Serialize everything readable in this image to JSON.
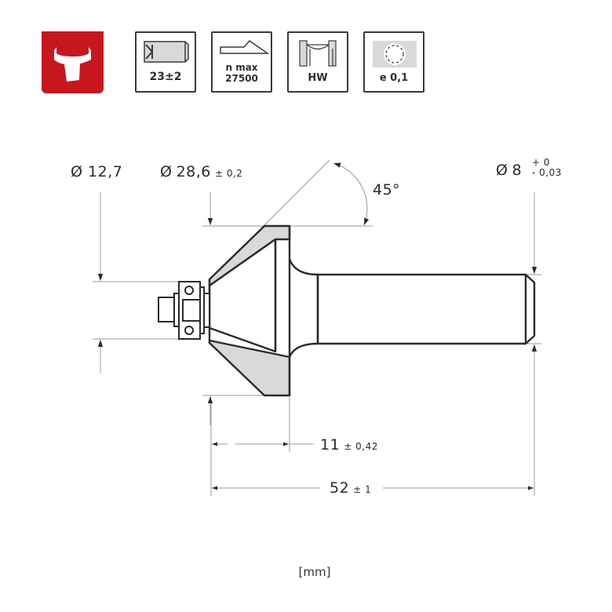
{
  "brand": {
    "logo": "bull-head-logo",
    "color": "#c8161d"
  },
  "specs": [
    {
      "icon": "cutting-length-icon",
      "label": "23±2"
    },
    {
      "icon": "max-rpm-icon",
      "label_line1": "n max",
      "label_line2": "27500"
    },
    {
      "icon": "carbide-insert-icon",
      "label": "HW"
    },
    {
      "icon": "shank-tolerance-icon",
      "label": "e 0,1"
    }
  ],
  "dimensions": {
    "bearing_diameter": {
      "prefix": "Ø",
      "value": "12,7"
    },
    "cutting_diameter": {
      "prefix": "Ø",
      "value": "28,6",
      "tolerance": "± 0,2"
    },
    "angle": {
      "value": "45°"
    },
    "shank_diameter": {
      "prefix": "Ø",
      "value": "8",
      "tol_upper": "+ 0",
      "tol_lower": "- 0,03"
    },
    "cutting_height": {
      "value": "11",
      "tolerance": "± 0,42"
    },
    "total_length": {
      "value": "52",
      "tolerance": "± 1"
    }
  },
  "unit": "[mm]",
  "colors": {
    "line": "#2b2b2b",
    "dim_line": "#9a9a9a",
    "fill": "#d9d9d9"
  }
}
